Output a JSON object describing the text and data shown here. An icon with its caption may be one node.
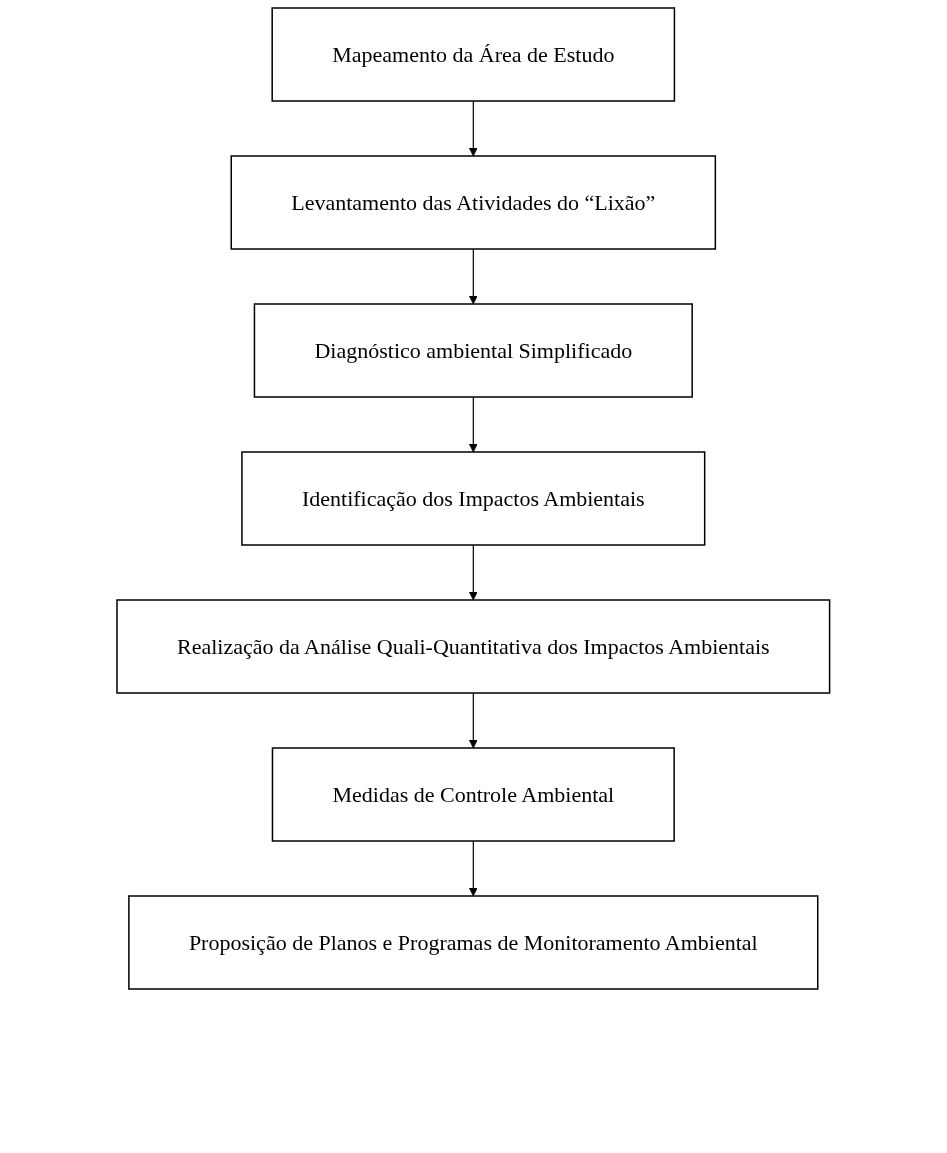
{
  "diagram": {
    "nodes": [
      {
        "text": [
          "Mapeamento da Área de Estudo"
        ]
      },
      {
        "text": [
          "Levantamento das Atividades do “Lixão”"
        ]
      },
      {
        "text": [
          "Diagnóstico ambiental Simplificado"
        ]
      },
      {
        "text": [
          "Identificação dos Impactos Ambientais"
        ]
      },
      {
        "text": [
          "Realização da Análise Quali-Quantitativa dos Impactos Ambientais"
        ]
      },
      {
        "text": [
          "Medidas de Controle Ambiental"
        ]
      },
      {
        "text": [
          "Proposição de Planos e Programas de Monitoramento Ambiental"
        ]
      }
    ],
    "edges": [
      {
        "from": 0,
        "to": 1,
        "arrow": "to"
      },
      {
        "from": 1,
        "to": 2,
        "arrow": "to"
      },
      {
        "from": 2,
        "to": 3,
        "arrow": "to"
      },
      {
        "from": 3,
        "to": 4,
        "arrow": "to"
      },
      {
        "from": 4,
        "to": 5,
        "arrow": "to"
      },
      {
        "from": 5,
        "to": 6,
        "arrow": "to"
      }
    ]
  }
}
